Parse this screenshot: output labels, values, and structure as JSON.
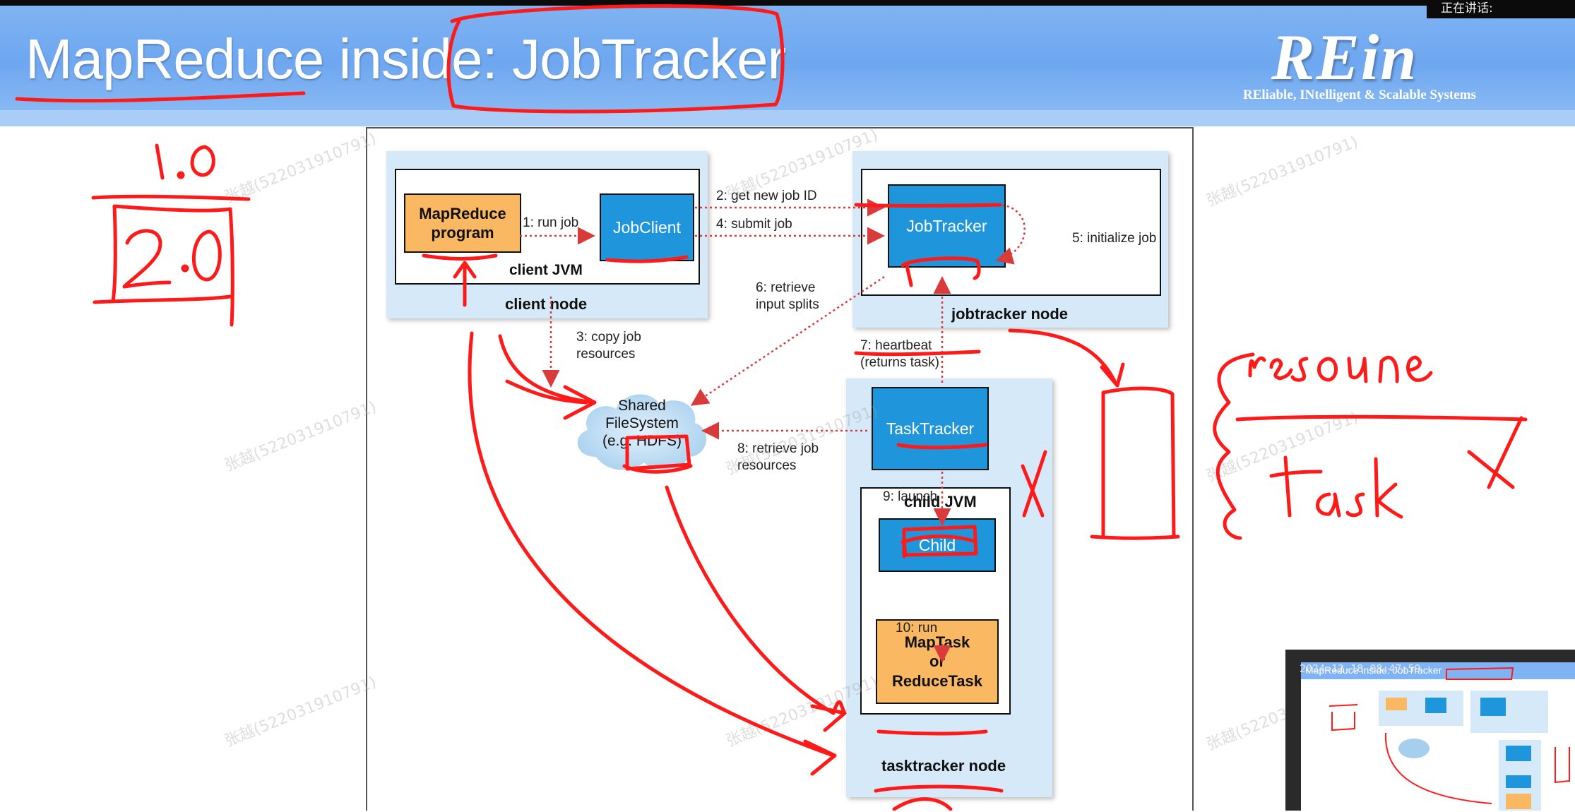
{
  "status": {
    "speaking_label": "正在讲话:"
  },
  "slide": {
    "title": "MapReduce inside: JobTracker",
    "logo_text": "REin",
    "tagline": "REliable, INtelligent & Scalable Systems"
  },
  "diagram": {
    "client_node": {
      "node_label": "client node",
      "jvm_label": "client JVM",
      "program_label": "MapReduce program",
      "jobclient_label": "JobClient"
    },
    "jobtracker_node": {
      "node_label": "jobtracker node",
      "jobtracker_label": "JobTracker"
    },
    "tasktracker_node": {
      "node_label": "tasktracker node",
      "tasktracker_label": "TaskTracker",
      "child_jvm_label": "child JVM",
      "child_label": "Child",
      "task_line1": "MapTask",
      "task_line2": "or",
      "task_line3": "ReduceTask"
    },
    "shared_fs": {
      "line1": "Shared",
      "line2": "FileSystem",
      "line3": "(e.g. HDFS)"
    },
    "steps": {
      "s1": "1: run job",
      "s2": "2: get new job ID",
      "s3a": "3: copy job",
      "s3b": "resources",
      "s4": "4: submit job",
      "s5": "5: initialize job",
      "s6a": "6: retrieve",
      "s6b": "input splits",
      "s7a": "7: heartbeat",
      "s7b": "(returns task)",
      "s8a": "8: retrieve job",
      "s8b": "resources",
      "s9": "9: launch",
      "s10": "10: run"
    }
  },
  "handwriting": {
    "v1": "1.0",
    "v2": "2.0",
    "resource": "resoune",
    "task": "task",
    "x_mark": "X"
  },
  "watermark": "张越(522031910791)",
  "pip": {
    "timestamp": "2024-12-18 08:47:59",
    "title": "MapReduce inside: JobTracker"
  },
  "colors": {
    "header_blue": "#7fb3f3",
    "node_bg": "#d6e9f8",
    "box_blue": "#1f95dc",
    "box_orange": "#fbb862",
    "arrow_red": "#d93b3b",
    "ink_red": "#ff1a1a"
  }
}
